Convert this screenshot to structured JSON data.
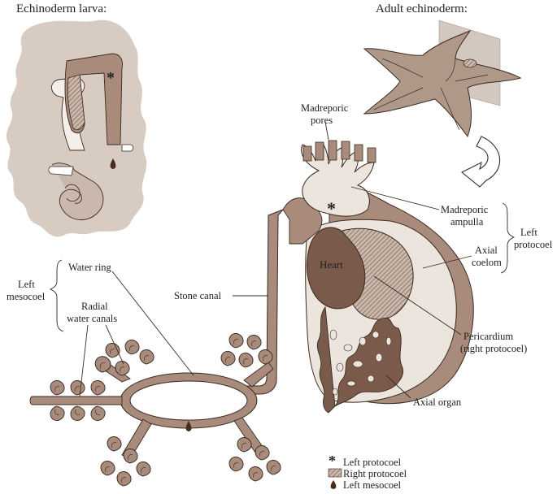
{
  "titles": {
    "larva": "Echinoderm larva:",
    "adult": "Adult echinoderm:"
  },
  "labels": {
    "madreporic_pores": [
      "Madreporic",
      "pores"
    ],
    "madreporic_ampulla": [
      "Madreporic",
      "ampulla"
    ],
    "axial_coelom": [
      "Axial",
      "coelom"
    ],
    "left_protocoel_group": [
      "Left",
      "protocoel"
    ],
    "heart": "Heart",
    "pericardium": [
      "Pericardium",
      "(right protocoel)"
    ],
    "axial_organ": "Axial organ",
    "stone_canal": "Stone canal",
    "water_ring": "Water ring",
    "radial_water_canals": [
      "Radial",
      "water canals"
    ],
    "left_mesocoel_group": [
      "Left",
      "mesocoel"
    ]
  },
  "legend": [
    {
      "symbol": "asterisk",
      "label": "Left protocoel"
    },
    {
      "symbol": "hatched",
      "label": "Right protocoel"
    },
    {
      "symbol": "drop",
      "label": "Left mesocoel"
    }
  ],
  "colors": {
    "dark_tissue": "#7a5a4a",
    "mid_tissue": "#a98b7b",
    "light_tissue": "#d8ccc2",
    "pale_tissue": "#ece5dd",
    "outline": "#3a2a22"
  }
}
